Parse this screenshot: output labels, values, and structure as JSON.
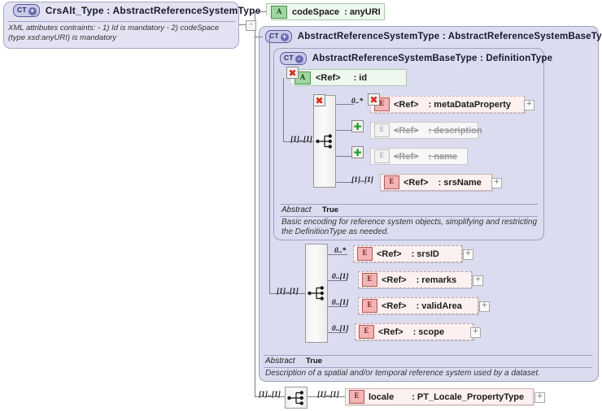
{
  "diagram": {
    "kind": "xsd-schema-diagram",
    "title": "CrsAlt_Type : AbstractReferenceSystemType"
  },
  "root": {
    "badge": "CT",
    "badge_toggle": "+",
    "title": "CrsAlt_Type : AbstractReferenceSystemType",
    "documentation": "XML attributes contraints: - 1) Id is mandatory - 2) codeSpace (type xsd:anyURI) is mandatory",
    "collapse_toggle": "-"
  },
  "code_space_attr": {
    "icon": "A",
    "ref": "codeSpace",
    "type": ": anyURI"
  },
  "abstract_reference_system_type": {
    "badge": "CT",
    "badge_toggle": "+",
    "title": "AbstractReferenceSystemType : AbstractReferenceSystemBaseType",
    "abstract_label": "Abstract",
    "abstract_value": "True",
    "documentation": "Description of a spatial and/or temporal reference system used by a dataset."
  },
  "abstract_reference_system_base_type": {
    "badge": "CT",
    "badge_toggle": "-",
    "title": "AbstractReferenceSystemBaseType : DefinitionType",
    "abstract_label": "Abstract",
    "abstract_value": "True",
    "documentation": "Basic encoding for reference system objects, simplifying and restricting the DefinitionType as needed."
  },
  "id_attr": {
    "icon": "A",
    "ref": "<Ref>",
    "type": ": id",
    "badge": "x"
  },
  "base_sequence": {
    "cardinality": "[1]..[1]",
    "badge": "x",
    "children": [
      {
        "cardinality": "0..*",
        "icon": "E",
        "ref": "<Ref>",
        "type": ": metaDataProperty",
        "badge": "x",
        "style": "required",
        "expand": "+"
      },
      {
        "cardinality": "",
        "icon": "E",
        "ref": "<Ref>",
        "type": ": description",
        "badge": "+",
        "style": "ghost",
        "expand": ""
      },
      {
        "cardinality": "",
        "icon": "E",
        "ref": "<Ref>",
        "type": ": name",
        "badge": "+",
        "style": "ghost",
        "expand": ""
      },
      {
        "cardinality": "[1]..[1]",
        "icon": "E",
        "ref": "<Ref>",
        "type": ": srsName",
        "badge": "",
        "style": "required",
        "expand": "+"
      }
    ]
  },
  "outer_sequence": {
    "cardinality": "[1]..[1]",
    "children": [
      {
        "cardinality": "0..*",
        "icon": "E",
        "ref": "<Ref>",
        "type": ": srsID",
        "style": "optional",
        "expand": "+"
      },
      {
        "cardinality": "0..[1]",
        "icon": "E",
        "ref": "<Ref>",
        "type": ": remarks",
        "style": "optional",
        "expand": "+"
      },
      {
        "cardinality": "0..[1]",
        "icon": "E",
        "ref": "<Ref>",
        "type": ": validArea",
        "style": "optional",
        "expand": "+"
      },
      {
        "cardinality": "0..[1]",
        "icon": "E",
        "ref": "<Ref>",
        "type": ": scope",
        "style": "optional",
        "expand": "+"
      }
    ]
  },
  "locale_sequence": {
    "cardinality": "[1]..[1]",
    "child_cardinality": "[1]..[1]",
    "child": {
      "icon": "E",
      "name": "locale",
      "type": ": PT_Locale_PropertyType",
      "expand": "+"
    }
  },
  "colors": {
    "container_fill": "#dcdcf0",
    "container_border": "#9f9fc4",
    "element_fill": "#fdf0f0",
    "element_border": "#cfa8a8",
    "element_icon_fill": "#f3b4b4",
    "attribute_fill": "#eef8ee",
    "attribute_icon_fill": "#9fd69f",
    "ghost_text": "#9a9a9a",
    "line": "#7b7b93",
    "badge_x": "#d42a18",
    "badge_plus": "#23a023"
  }
}
